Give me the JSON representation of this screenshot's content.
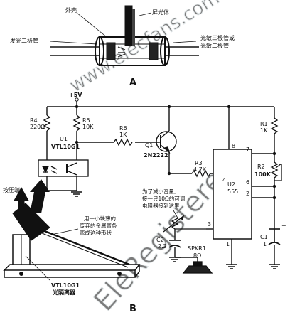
{
  "watermarks": {
    "elecfans": "www.elecfans.com",
    "eleregistered": "EleRegistered"
  },
  "part_a": {
    "label_outer_shell": "外壳",
    "label_shield": "屏光体",
    "label_led": "发光二极管",
    "label_photo_device": "光敏三极管或\n光敏二极管",
    "figure_letter": "A"
  },
  "part_b": {
    "figure_letter": "B",
    "supply_label": "+5V",
    "components": {
      "r4": {
        "ref": "R4",
        "value": "220Ω"
      },
      "r5": {
        "ref": "R5",
        "value": "10K"
      },
      "r6": {
        "ref": "R6",
        "value": "1K"
      },
      "r1": {
        "ref": "R1",
        "value": "1K"
      },
      "r2": {
        "ref": "R2",
        "value": "100K"
      },
      "r3": {
        "ref": "R3",
        "value": "4.7K"
      },
      "q1": {
        "ref": "Q1",
        "value": "2N2222"
      },
      "u1": {
        "ref": "U1",
        "value": "VTL10G1"
      },
      "u2": {
        "ref": "U2",
        "value": "555"
      },
      "c1": {
        "ref": "C1",
        "value": "1"
      },
      "c2": {
        "ref": "C2",
        "value": "2.2"
      },
      "spkr1": {
        "ref": "SPKR1",
        "value": "8Ω"
      }
    },
    "u2_pins": [
      "8",
      "7",
      "6",
      "2",
      "4",
      "3",
      "1"
    ],
    "note_volume": "为了减小音量,\n接一只10Ω的可调\n电阻器接到这里",
    "label_press_end": "按压端",
    "note_spring": "用一小块薄的\n废弃的金属簧条\n弯成这种形状",
    "label_isolator": "VTL10G1\n光隔离器"
  }
}
